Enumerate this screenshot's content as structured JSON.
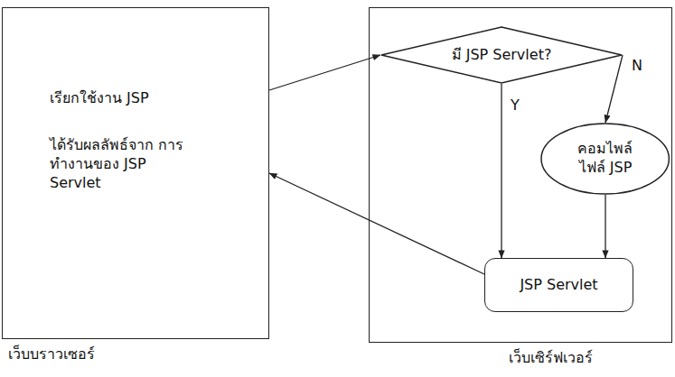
{
  "diagram": {
    "nodes": [
      {
        "text": [
          "เรียกใช้งาน JSP",
          "ได้รับผลลัพธ์จาก การทำงานของ JSP Servlet",
          "เว็บบราวเซอร์"
        ]
      },
      {
        "text": [
          "เว็บเซิร์ฟเวอร์"
        ]
      },
      {
        "text": [
          "มี JSP Servlet?"
        ],
        "in": 1
      },
      {
        "text": [
          "คอมไพล์ ไฟล์ JSP"
        ],
        "in": 1
      },
      {
        "text": [
          "JSP Servlet"
        ],
        "in": 1
      }
    ],
    "edges": [
      {
        "from": 0,
        "to": 2,
        "arrow": "to"
      },
      {
        "from": 2,
        "to": 3,
        "label": "N",
        "arrow": "to"
      },
      {
        "from": 2,
        "to": 4,
        "label": "Y",
        "arrow": "to"
      },
      {
        "from": 3,
        "to": 4,
        "arrow": "to"
      },
      {
        "from": 4,
        "to": 0,
        "arrow": "to"
      }
    ]
  }
}
